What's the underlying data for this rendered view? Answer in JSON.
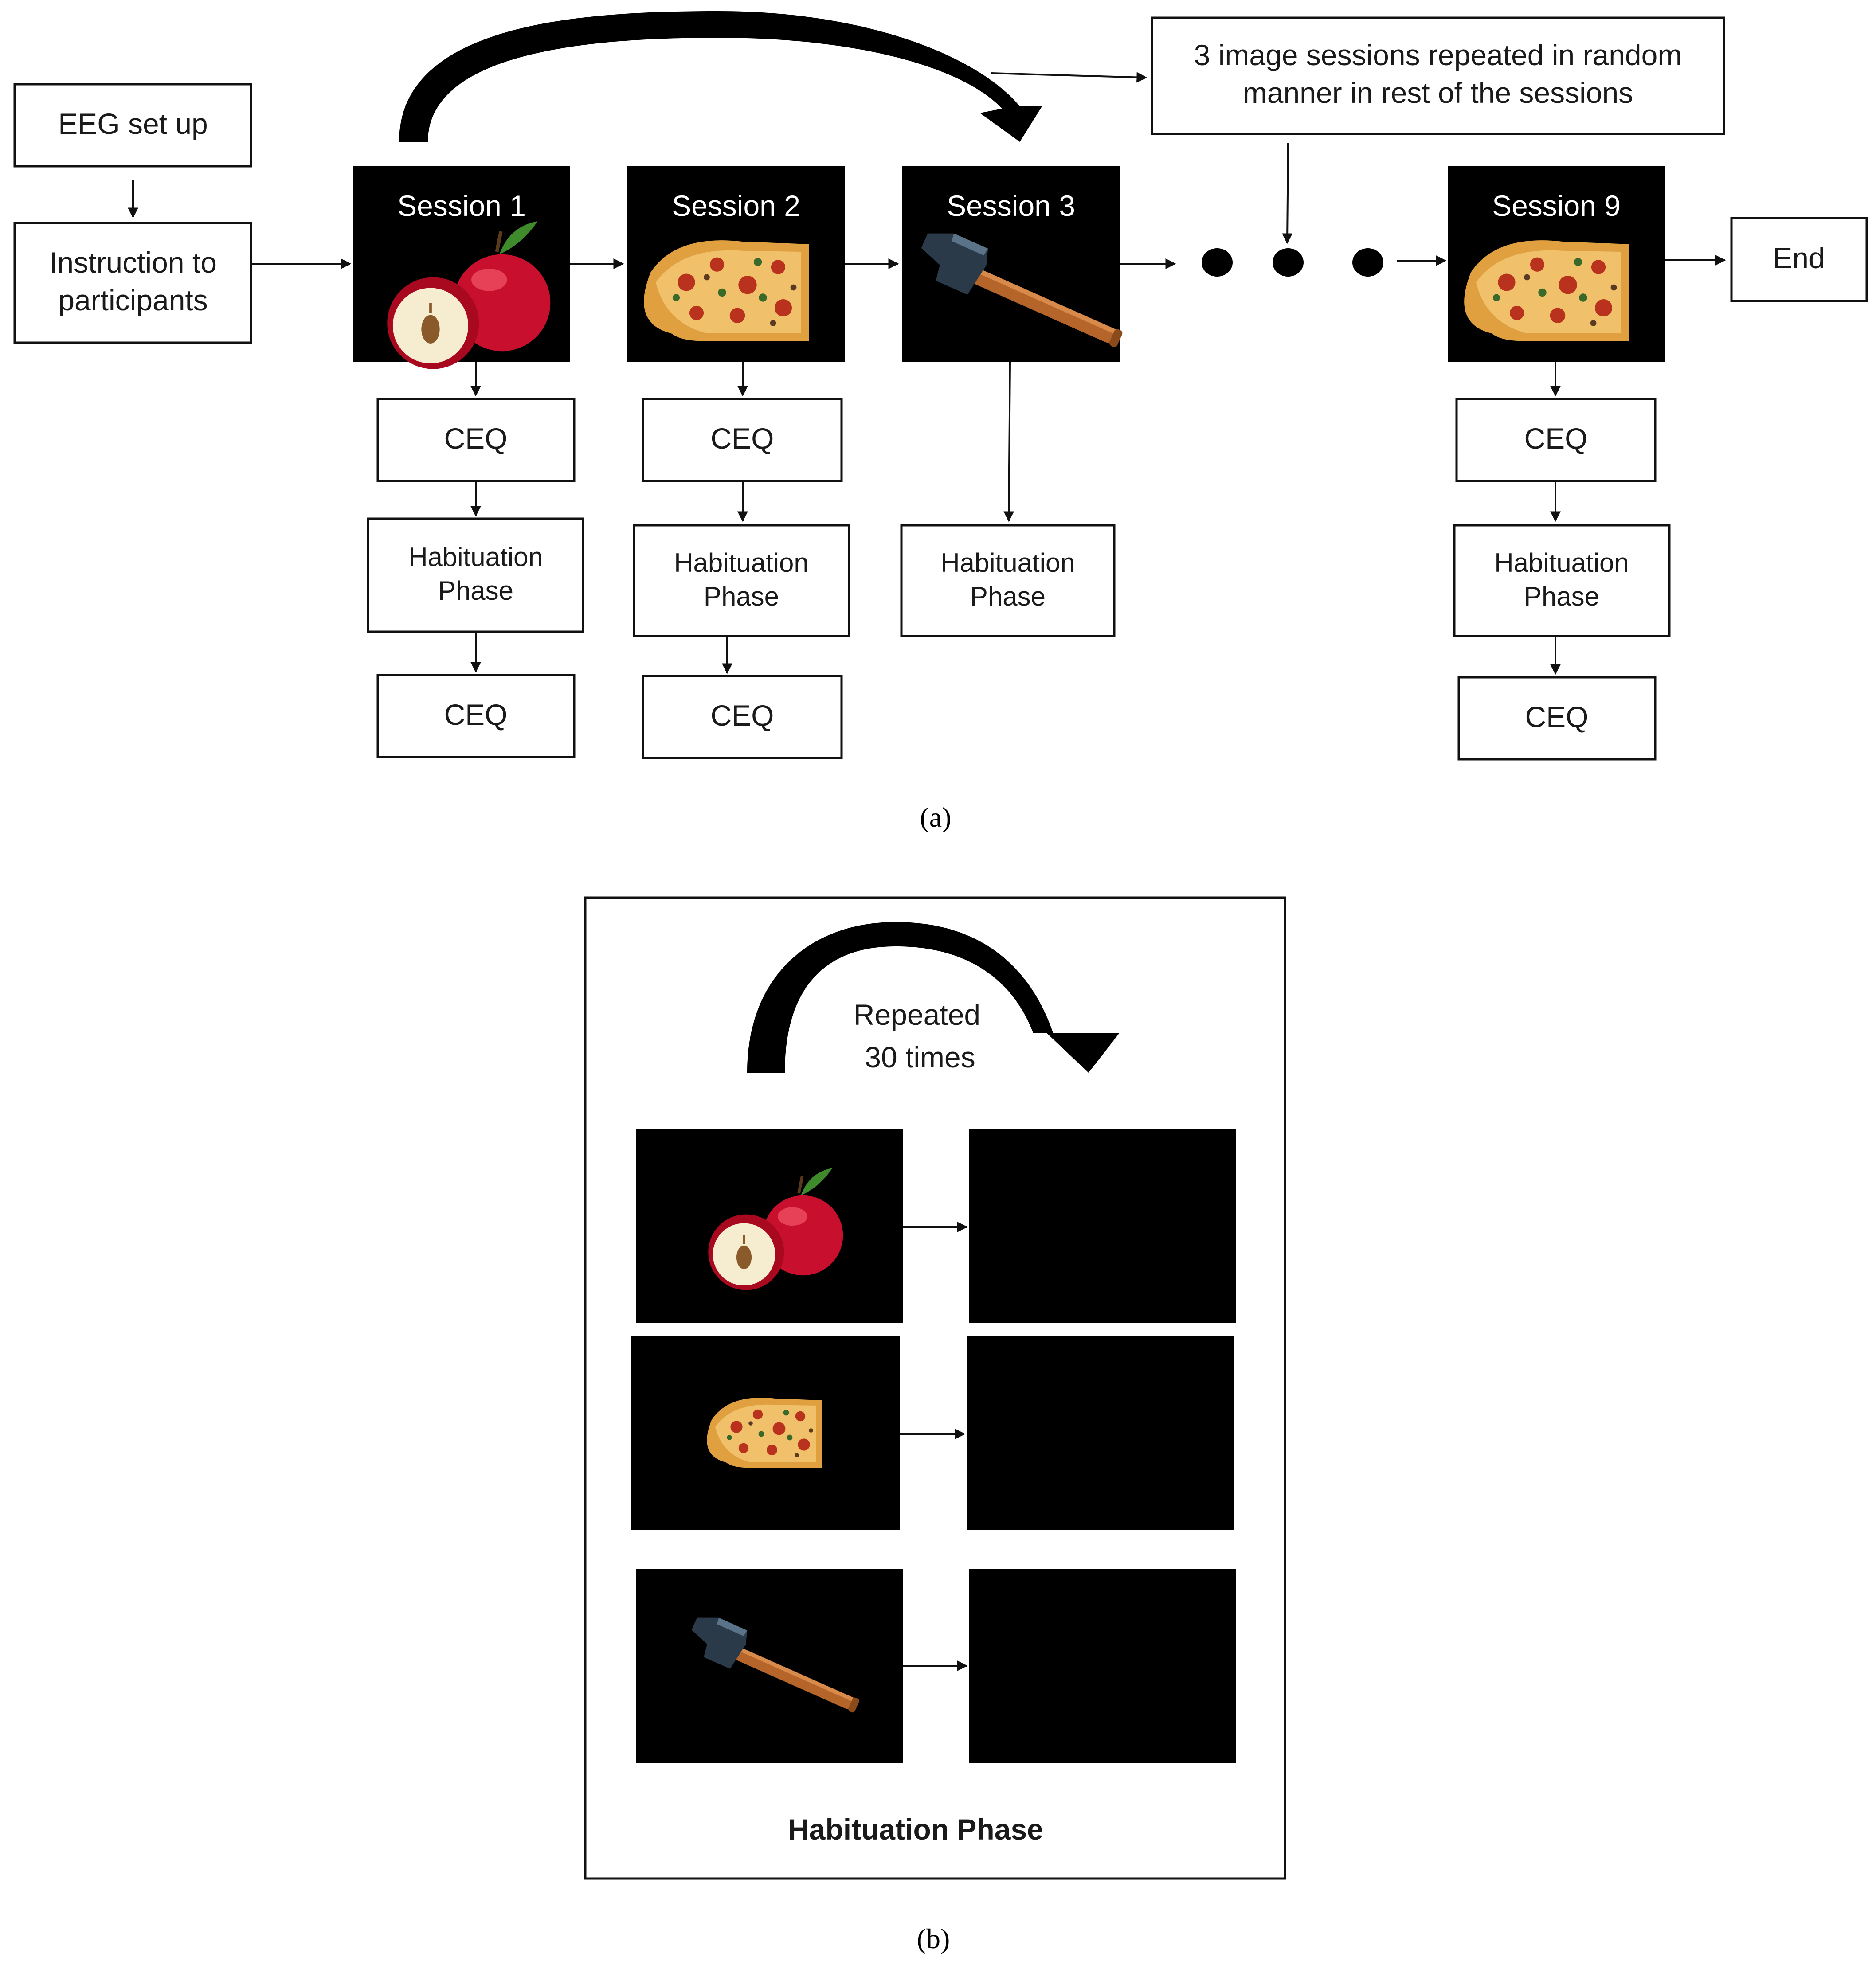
{
  "panel_a": {
    "eeg_setup": "EEG set up",
    "instruction_line1": "Instruction to",
    "instruction_line2": "participants",
    "note_line1": "3 image sessions repeated in random",
    "note_line2": "manner in rest of the sessions",
    "sessions": [
      {
        "title": "Session 1",
        "image": "apple-image"
      },
      {
        "title": "Session 2",
        "image": "pizza-image"
      },
      {
        "title": "Session 3",
        "image": "hammer-image"
      },
      {
        "title": "Session 9",
        "image": "pizza-image"
      }
    ],
    "ceq": "CEQ",
    "habituation_line1": "Habituation",
    "habituation_line2": "Phase",
    "end": "End",
    "caption": "(a)"
  },
  "panel_b": {
    "repeated_line1": "Repeated",
    "repeated_line2": "30 times",
    "title": "Habituation Phase",
    "caption": "(b)"
  },
  "colors": {
    "background": "#ffffff",
    "tile": "#000000",
    "stroke": "#111111",
    "apple": "#c8102e",
    "pizza": "#d9922e",
    "hammer_handle": "#b5652a"
  }
}
